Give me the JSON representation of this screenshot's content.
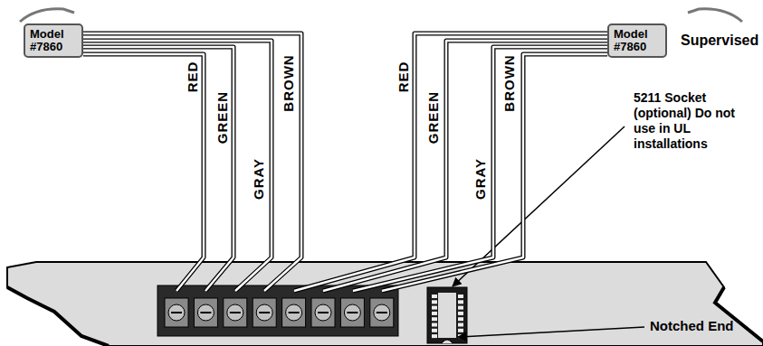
{
  "diagram": {
    "nodes": [
      {
        "text": [
          "Model #7860"
        ]
      },
      {
        "text": [
          "Model #7860"
        ]
      }
    ],
    "labels": [
      "RED",
      "GREEN",
      "GRAY",
      "BROWN",
      "RED",
      "GREEN",
      "GRAY",
      "BROWN",
      "Supervised",
      "5211 Socket (optional) Do not use in UL installations",
      "Notched End"
    ]
  }
}
